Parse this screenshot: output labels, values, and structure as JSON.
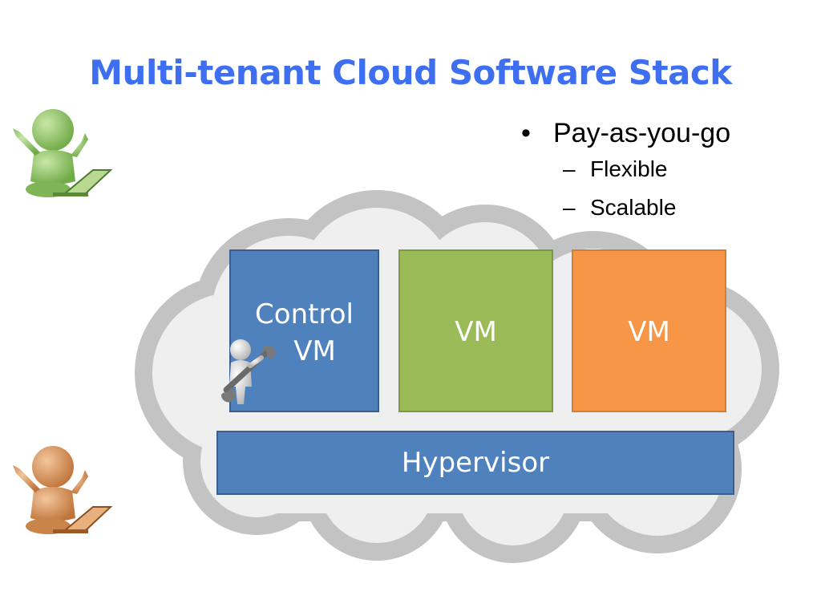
{
  "title": "Multi-tenant Cloud Software Stack",
  "bullets": {
    "main": "Pay-as-you-go",
    "main_marker": "•",
    "sub_marker": "–",
    "subs": [
      "Flexible",
      "Scalable"
    ]
  },
  "boxes": {
    "control_line1": "Control",
    "control_line2": "VM",
    "vm1": "VM",
    "vm2": "VM",
    "hypervisor": "Hypervisor"
  },
  "colors": {
    "title": "#3d6ff0",
    "blue": "#4f81bd",
    "green": "#9bbb59",
    "orange": "#f79646",
    "cloud_outline": "#c3c3c3",
    "cloud_fill": "#efefef",
    "user_green": "#8ec36a",
    "user_orange": "#d98d52"
  },
  "icons": [
    "cloud-icon",
    "green-user-laptop-icon",
    "orange-user-laptop-icon",
    "admin-wrench-figure-icon"
  ]
}
